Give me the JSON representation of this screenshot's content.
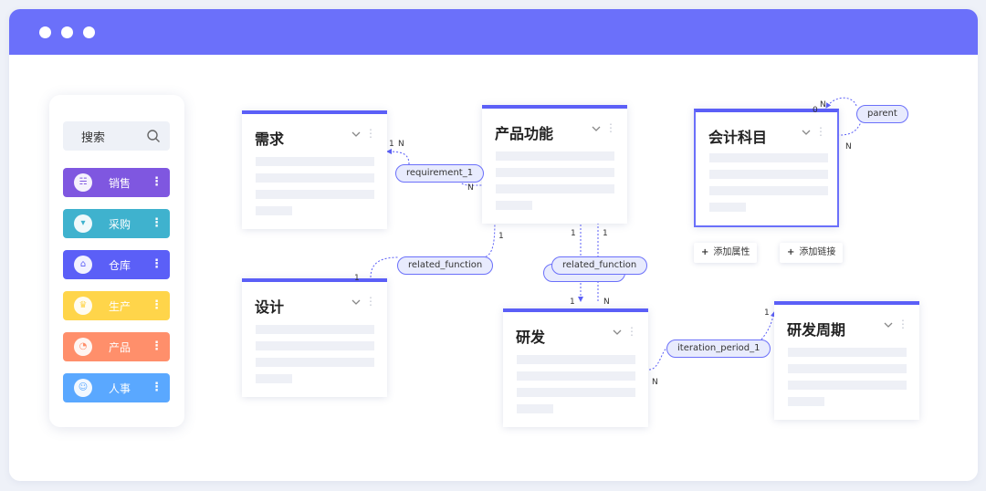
{
  "search": {
    "label": "搜索"
  },
  "modules": [
    {
      "label": "销售",
      "color": "#7f57e0",
      "icon": "cart-icon",
      "glyph": "☵"
    },
    {
      "label": "采购",
      "color": "#3fb2ce",
      "icon": "basket-icon",
      "glyph": "▾"
    },
    {
      "label": "仓库",
      "color": "#5b5ff7",
      "icon": "warehouse-icon",
      "glyph": "⌂"
    },
    {
      "label": "生产",
      "color": "#ffd54a",
      "icon": "factory-icon",
      "glyph": "♛"
    },
    {
      "label": "产品",
      "color": "#ff8f6b",
      "icon": "product-icon",
      "glyph": "◔"
    },
    {
      "label": "人事",
      "color": "#5aa8ff",
      "icon": "people-icon",
      "glyph": "☺"
    }
  ],
  "entities": {
    "xuqiu": {
      "title": "需求"
    },
    "chanpin": {
      "title": "产品功能"
    },
    "kuaiji": {
      "title": "会计科目"
    },
    "sheji": {
      "title": "设计"
    },
    "yanfa": {
      "title": "研发"
    },
    "zhouqi": {
      "title": "研发周期"
    }
  },
  "relations": {
    "requirement": "requirement_1",
    "related_a": "related_function",
    "related_b": "related_function",
    "iteration": "iteration_period_1",
    "parent": "parent"
  },
  "cardinality": {
    "req_1": "1",
    "req_n": "N",
    "req_n2": "N",
    "rel_a_1": "1",
    "rel_a_1b": "1",
    "rel_b_1": "1",
    "rel_b_1b": "1",
    "rel_b_1c": "1",
    "rel_b_n": "N",
    "iter_1": "1",
    "iter_n": "N",
    "parent_0": "0",
    "parent_n": "N",
    "parent_n2": "N"
  },
  "actions": {
    "add_attribute": "添加属性",
    "add_link": "添加链接"
  }
}
